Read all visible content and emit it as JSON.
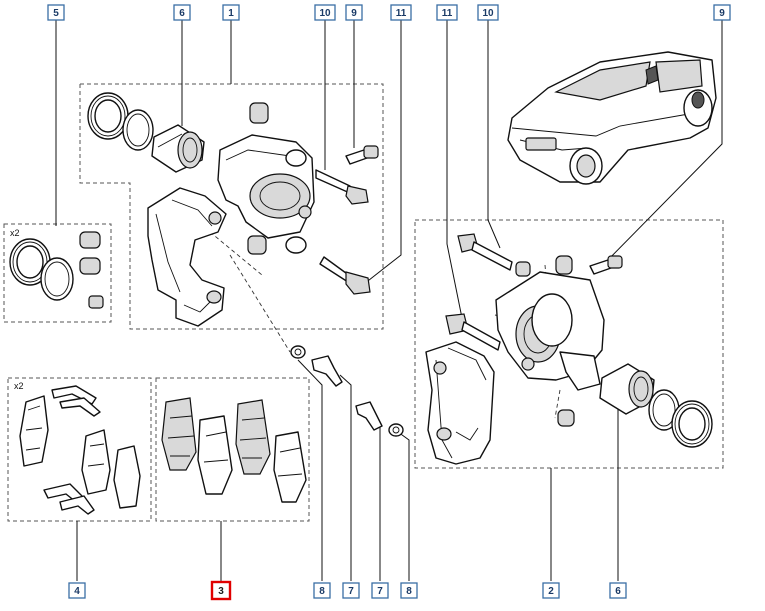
{
  "callouts": [
    {
      "id": "c5a",
      "label": "5"
    },
    {
      "id": "c6a",
      "label": "6"
    },
    {
      "id": "c1",
      "label": "1"
    },
    {
      "id": "c10a",
      "label": "10"
    },
    {
      "id": "c9a",
      "label": "9"
    },
    {
      "id": "c11a",
      "label": "11"
    },
    {
      "id": "c11b",
      "label": "11"
    },
    {
      "id": "c10b",
      "label": "10"
    },
    {
      "id": "c9b",
      "label": "9"
    },
    {
      "id": "c4",
      "label": "4"
    },
    {
      "id": "c3",
      "label": "3",
      "highlight": true
    },
    {
      "id": "c8a",
      "label": "8"
    },
    {
      "id": "c7a",
      "label": "7"
    },
    {
      "id": "c7b",
      "label": "7"
    },
    {
      "id": "c8b",
      "label": "8"
    },
    {
      "id": "c2",
      "label": "2"
    },
    {
      "id": "c6b",
      "label": "6"
    }
  ],
  "quantity_marks": {
    "seal_kit": "x2",
    "clip_kit": "x2"
  },
  "colors": {
    "callout_border": "#3a6ea5",
    "callout_highlight": "#e00000"
  }
}
